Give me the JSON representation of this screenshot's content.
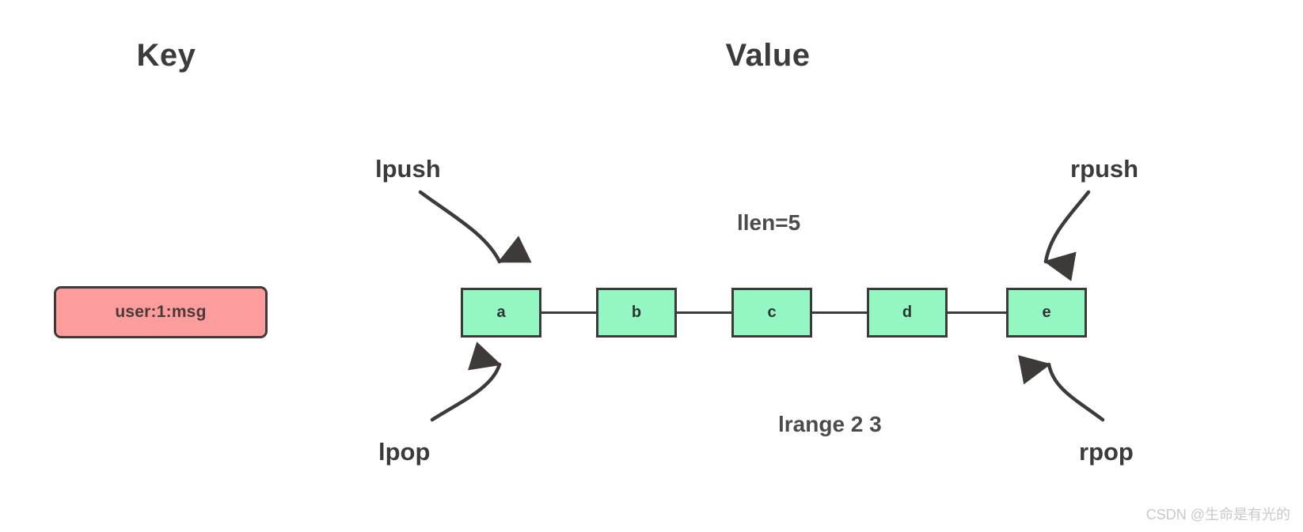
{
  "headers": {
    "key": "Key",
    "value": "Value"
  },
  "key_entry": {
    "label": "user:1:msg",
    "fill_color": "#FD9C9C",
    "border_color": "#3d3a39",
    "text_color": "#4a3a36"
  },
  "list": {
    "fill_color": "#93F7C4",
    "border_color": "#3d3a39",
    "nodes": [
      {
        "label": "a"
      },
      {
        "label": "b"
      },
      {
        "label": "c"
      },
      {
        "label": "d"
      },
      {
        "label": "e"
      }
    ]
  },
  "annotations": {
    "lpush": "lpush",
    "rpush": "rpush",
    "lpop": "lpop",
    "rpop": "rpop",
    "llen": "llen=5",
    "lrange": "lrange 2 3"
  },
  "watermark": {
    "text": "CSDN @生命是有光的"
  },
  "colors": {
    "background": "#ffffff",
    "stroke": "#3d3a39",
    "text": "#3b3b3b",
    "watermark": "#c9c9c9"
  }
}
